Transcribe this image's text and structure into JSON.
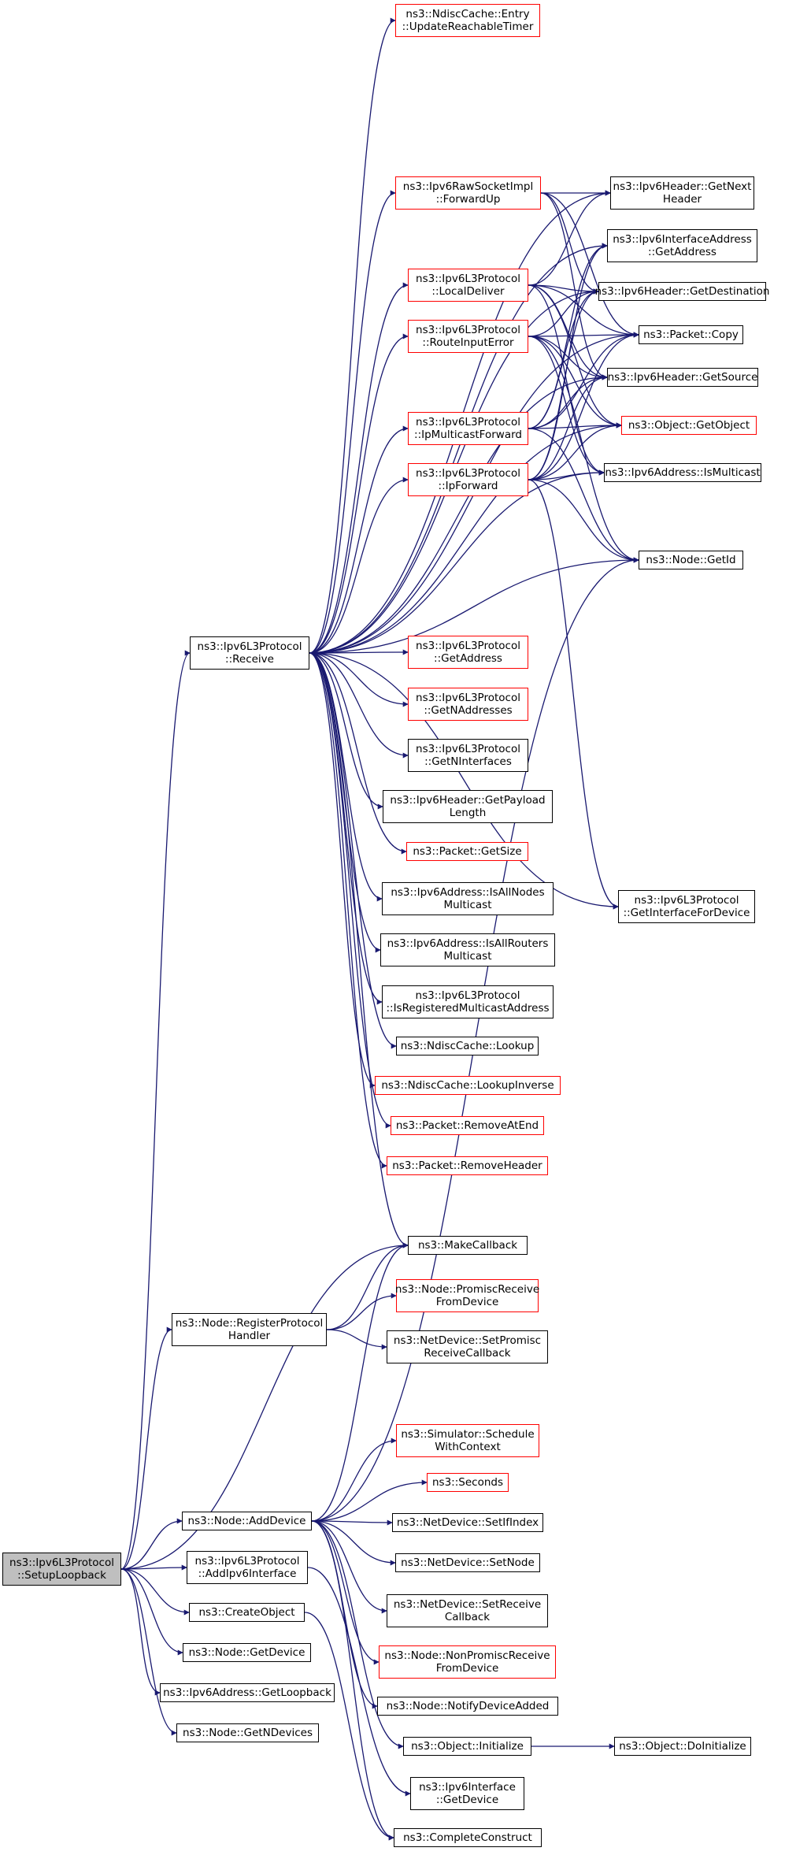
{
  "colors": {
    "edge": "#191970",
    "border_plain": "#000000",
    "border_truncated": "#ff0000",
    "root_fill": "#bfbfbf"
  },
  "nodes": [
    {
      "id": "setup_loopback",
      "label": "ns3::Ipv6L3Protocol\n::SetupLoopback",
      "style": "root"
    },
    {
      "id": "receive",
      "label": "ns3::Ipv6L3Protocol\n::Receive",
      "style": "plain"
    },
    {
      "id": "register_protocol_handler",
      "label": "ns3::Node::RegisterProtocol\nHandler",
      "style": "plain"
    },
    {
      "id": "node_add_device",
      "label": "ns3::Node::AddDevice",
      "style": "plain"
    },
    {
      "id": "add_ipv6_interface",
      "label": "ns3::Ipv6L3Protocol\n::AddIpv6Interface",
      "style": "plain"
    },
    {
      "id": "create_object",
      "label": "ns3::CreateObject",
      "style": "plain"
    },
    {
      "id": "node_get_device",
      "label": "ns3::Node::GetDevice",
      "style": "plain"
    },
    {
      "id": "get_loopback",
      "label": "ns3::Ipv6Address::GetLoopback",
      "style": "plain"
    },
    {
      "id": "get_n_devices",
      "label": "ns3::Node::GetNDevices",
      "style": "plain"
    },
    {
      "id": "update_reachable_timer",
      "label": "ns3::NdiscCache::Entry\n::UpdateReachableTimer",
      "style": "red"
    },
    {
      "id": "raw_forward_up",
      "label": "ns3::Ipv6RawSocketImpl\n::ForwardUp",
      "style": "red"
    },
    {
      "id": "local_deliver",
      "label": "ns3::Ipv6L3Protocol\n::LocalDeliver",
      "style": "red"
    },
    {
      "id": "route_input_error",
      "label": "ns3::Ipv6L3Protocol\n::RouteInputError",
      "style": "red"
    },
    {
      "id": "ip_multicast_forward",
      "label": "ns3::Ipv6L3Protocol\n::IpMulticastForward",
      "style": "red"
    },
    {
      "id": "ip_forward",
      "label": "ns3::Ipv6L3Protocol\n::IpForward",
      "style": "red"
    },
    {
      "id": "get_address",
      "label": "ns3::Ipv6L3Protocol\n::GetAddress",
      "style": "red"
    },
    {
      "id": "get_n_addresses",
      "label": "ns3::Ipv6L3Protocol\n::GetNAddresses",
      "style": "red"
    },
    {
      "id": "get_n_interfaces",
      "label": "ns3::Ipv6L3Protocol\n::GetNInterfaces",
      "style": "plain"
    },
    {
      "id": "get_payload_length",
      "label": "ns3::Ipv6Header::GetPayload\nLength",
      "style": "plain"
    },
    {
      "id": "packet_get_size",
      "label": "ns3::Packet::GetSize",
      "style": "red"
    },
    {
      "id": "is_all_nodes_multicast",
      "label": "ns3::Ipv6Address::IsAllNodes\nMulticast",
      "style": "plain"
    },
    {
      "id": "is_all_routers_multicast",
      "label": "ns3::Ipv6Address::IsAllRouters\nMulticast",
      "style": "plain"
    },
    {
      "id": "is_registered_multicast",
      "label": "ns3::Ipv6L3Protocol\n::IsRegisteredMulticastAddress",
      "style": "plain"
    },
    {
      "id": "ndisc_lookup",
      "label": "ns3::NdiscCache::Lookup",
      "style": "plain"
    },
    {
      "id": "ndisc_lookup_inverse",
      "label": "ns3::NdiscCache::LookupInverse",
      "style": "red"
    },
    {
      "id": "remove_at_end",
      "label": "ns3::Packet::RemoveAtEnd",
      "style": "red"
    },
    {
      "id": "remove_header",
      "label": "ns3::Packet::RemoveHeader",
      "style": "red"
    },
    {
      "id": "make_callback",
      "label": "ns3::MakeCallback",
      "style": "plain"
    },
    {
      "id": "promisc_receive_from_device",
      "label": "ns3::Node::PromiscReceive\nFromDevice",
      "style": "red"
    },
    {
      "id": "set_promisc_receive_callback",
      "label": "ns3::NetDevice::SetPromisc\nReceiveCallback",
      "style": "plain"
    },
    {
      "id": "schedule_with_context",
      "label": "ns3::Simulator::Schedule\nWithContext",
      "style": "red"
    },
    {
      "id": "seconds",
      "label": "ns3::Seconds",
      "style": "red"
    },
    {
      "id": "set_if_index",
      "label": "ns3::NetDevice::SetIfIndex",
      "style": "plain"
    },
    {
      "id": "set_node",
      "label": "ns3::NetDevice::SetNode",
      "style": "plain"
    },
    {
      "id": "set_receive_callback",
      "label": "ns3::NetDevice::SetReceive\nCallback",
      "style": "plain"
    },
    {
      "id": "non_promisc_receive",
      "label": "ns3::Node::NonPromiscReceive\nFromDevice",
      "style": "red"
    },
    {
      "id": "notify_device_added",
      "label": "ns3::Node::NotifyDeviceAdded",
      "style": "plain"
    },
    {
      "id": "object_initialize",
      "label": "ns3::Object::Initialize",
      "style": "plain"
    },
    {
      "id": "ipv6_interface_get_device",
      "label": "ns3::Ipv6Interface\n::GetDevice",
      "style": "plain"
    },
    {
      "id": "complete_construct",
      "label": "ns3::CompleteConstruct",
      "style": "plain"
    },
    {
      "id": "do_initialize",
      "label": "ns3::Object::DoInitialize",
      "style": "plain"
    },
    {
      "id": "get_next_header",
      "label": "ns3::Ipv6Header::GetNext\nHeader",
      "style": "plain"
    },
    {
      "id": "iface_get_address",
      "label": "ns3::Ipv6InterfaceAddress\n::GetAddress",
      "style": "plain"
    },
    {
      "id": "get_destination",
      "label": "ns3::Ipv6Header::GetDestination",
      "style": "plain"
    },
    {
      "id": "packet_copy",
      "label": "ns3::Packet::Copy",
      "style": "plain"
    },
    {
      "id": "get_source",
      "label": "ns3::Ipv6Header::GetSource",
      "style": "plain"
    },
    {
      "id": "get_object",
      "label": "ns3::Object::GetObject",
      "style": "red"
    },
    {
      "id": "is_multicast",
      "label": "ns3::Ipv6Address::IsMulticast",
      "style": "plain"
    },
    {
      "id": "node_get_id",
      "label": "ns3::Node::GetId",
      "style": "plain"
    },
    {
      "id": "get_interface_for_device",
      "label": "ns3::Ipv6L3Protocol\n::GetInterfaceForDevice",
      "style": "plain"
    }
  ],
  "edges": [
    [
      "setup_loopback",
      "receive"
    ],
    [
      "setup_loopback",
      "make_callback"
    ],
    [
      "setup_loopback",
      "register_protocol_handler"
    ],
    [
      "setup_loopback",
      "node_add_device"
    ],
    [
      "setup_loopback",
      "add_ipv6_interface"
    ],
    [
      "setup_loopback",
      "create_object"
    ],
    [
      "setup_loopback",
      "node_get_device"
    ],
    [
      "setup_loopback",
      "get_loopback"
    ],
    [
      "setup_loopback",
      "get_n_devices"
    ],
    [
      "receive",
      "update_reachable_timer"
    ],
    [
      "receive",
      "raw_forward_up"
    ],
    [
      "receive",
      "local_deliver"
    ],
    [
      "receive",
      "route_input_error"
    ],
    [
      "receive",
      "ip_multicast_forward"
    ],
    [
      "receive",
      "ip_forward"
    ],
    [
      "receive",
      "get_address"
    ],
    [
      "receive",
      "get_n_addresses"
    ],
    [
      "receive",
      "get_n_interfaces"
    ],
    [
      "receive",
      "get_payload_length"
    ],
    [
      "receive",
      "packet_get_size"
    ],
    [
      "receive",
      "is_all_nodes_multicast"
    ],
    [
      "receive",
      "is_all_routers_multicast"
    ],
    [
      "receive",
      "is_registered_multicast"
    ],
    [
      "receive",
      "ndisc_lookup"
    ],
    [
      "receive",
      "ndisc_lookup_inverse"
    ],
    [
      "receive",
      "remove_at_end"
    ],
    [
      "receive",
      "remove_header"
    ],
    [
      "receive",
      "make_callback"
    ],
    [
      "receive",
      "get_interface_for_device"
    ],
    [
      "receive",
      "node_get_id"
    ],
    [
      "receive",
      "is_multicast"
    ],
    [
      "receive",
      "get_next_header"
    ],
    [
      "receive",
      "iface_get_address"
    ],
    [
      "receive",
      "get_destination"
    ],
    [
      "receive",
      "get_source"
    ],
    [
      "receive",
      "packet_copy"
    ],
    [
      "receive",
      "get_object"
    ],
    [
      "raw_forward_up",
      "get_next_header"
    ],
    [
      "raw_forward_up",
      "get_destination"
    ],
    [
      "raw_forward_up",
      "packet_copy"
    ],
    [
      "raw_forward_up",
      "get_source"
    ],
    [
      "local_deliver",
      "get_next_header"
    ],
    [
      "local_deliver",
      "get_destination"
    ],
    [
      "local_deliver",
      "packet_copy"
    ],
    [
      "local_deliver",
      "get_source"
    ],
    [
      "local_deliver",
      "get_object"
    ],
    [
      "local_deliver",
      "is_multicast"
    ],
    [
      "route_input_error",
      "packet_copy"
    ],
    [
      "route_input_error",
      "get_source"
    ],
    [
      "route_input_error",
      "get_destination"
    ],
    [
      "route_input_error",
      "get_object"
    ],
    [
      "route_input_error",
      "is_multicast"
    ],
    [
      "route_input_error",
      "node_get_id"
    ],
    [
      "ip_multicast_forward",
      "iface_get_address"
    ],
    [
      "ip_multicast_forward",
      "get_destination"
    ],
    [
      "ip_multicast_forward",
      "packet_copy"
    ],
    [
      "ip_multicast_forward",
      "get_source"
    ],
    [
      "ip_multicast_forward",
      "get_object"
    ],
    [
      "ip_multicast_forward",
      "node_get_id"
    ],
    [
      "ip_forward",
      "iface_get_address"
    ],
    [
      "ip_forward",
      "get_destination"
    ],
    [
      "ip_forward",
      "packet_copy"
    ],
    [
      "ip_forward",
      "get_source"
    ],
    [
      "ip_forward",
      "get_object"
    ],
    [
      "ip_forward",
      "is_multicast"
    ],
    [
      "ip_forward",
      "node_get_id"
    ],
    [
      "ip_forward",
      "get_interface_for_device"
    ],
    [
      "register_protocol_handler",
      "make_callback"
    ],
    [
      "register_protocol_handler",
      "promisc_receive_from_device"
    ],
    [
      "register_protocol_handler",
      "set_promisc_receive_callback"
    ],
    [
      "node_add_device",
      "make_callback"
    ],
    [
      "node_add_device",
      "schedule_with_context"
    ],
    [
      "node_add_device",
      "seconds"
    ],
    [
      "node_add_device",
      "set_if_index"
    ],
    [
      "node_add_device",
      "set_node"
    ],
    [
      "node_add_device",
      "set_receive_callback"
    ],
    [
      "node_add_device",
      "non_promisc_receive"
    ],
    [
      "node_add_device",
      "notify_device_added"
    ],
    [
      "node_add_device",
      "object_initialize"
    ],
    [
      "node_add_device",
      "node_get_id"
    ],
    [
      "node_add_device",
      "complete_construct"
    ],
    [
      "add_ipv6_interface",
      "ipv6_interface_get_device"
    ],
    [
      "create_object",
      "complete_construct"
    ],
    [
      "object_initialize",
      "do_initialize"
    ]
  ]
}
